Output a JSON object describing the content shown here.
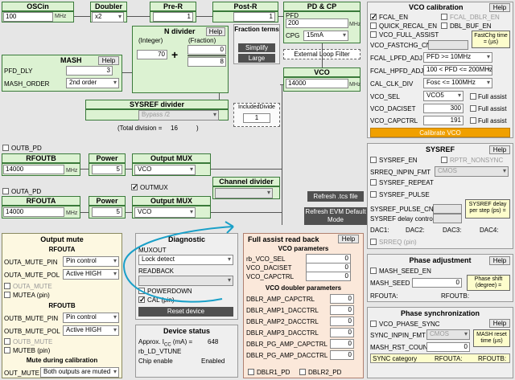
{
  "oscin": {
    "title": "OSCin",
    "value": "100",
    "unit": "MHz"
  },
  "doubler": {
    "title": "Doubler",
    "value": "x2"
  },
  "prer": {
    "title": "Pre-R",
    "value": "1"
  },
  "postr": {
    "title": "Post-R",
    "value": "1"
  },
  "pdcp": {
    "title": "PD & CP",
    "pfd_label": "PFD",
    "pfd_value": "200",
    "unit": "MHz",
    "cpg_label": "CPG",
    "cpg_value": "15mA"
  },
  "elf": {
    "label": "External Loop Filter"
  },
  "vco": {
    "title": "VCO",
    "value": "14000",
    "unit": "MHz"
  },
  "mash": {
    "title": "MASH",
    "help": "Help",
    "pfd_dly_label": "PFD_DLY",
    "pfd_dly": "3",
    "order_label": "MASH_ORDER",
    "order": "2nd order"
  },
  "ndiv": {
    "title": "N divider",
    "help": "Help",
    "int_label": "(Integer)",
    "frac_label": "(Fraction)",
    "int_value": "70",
    "num": "0",
    "den": "8",
    "plus": "+"
  },
  "frac": {
    "title": "Fraction terms",
    "simplify": "Simplify",
    "large": "Large"
  },
  "sysref_div": {
    "title": "SYSREF divider",
    "value": "Bypass /2",
    "total_label": "(Total division =",
    "total": "16",
    "close": ")"
  },
  "incdiv": {
    "title": "IncludedDivide",
    "value": "1"
  },
  "outb_pd": "OUTB_PD",
  "rfoutb": {
    "title": "RFOUTB",
    "value": "14000",
    "unit": "MHz"
  },
  "power1": {
    "title": "Power",
    "value": "5"
  },
  "outmux1": {
    "title": "Output MUX",
    "value": "VCO"
  },
  "outmux_cb": "OUTMUX",
  "chdiv": {
    "title": "Channel divider",
    "value": ""
  },
  "outa_pd": "OUTA_PD",
  "rfouta": {
    "title": "RFOUTA",
    "value": "14000",
    "unit": "MHz"
  },
  "power2": {
    "title": "Power",
    "value": "5"
  },
  "outmux2": {
    "title": "Output MUX",
    "value": "VCO"
  },
  "refresh_tcs": "Refresh .tcs file",
  "refresh_evm": "Refresh EVM Default Mode",
  "outmute": {
    "title": "Output mute",
    "rfouta": "RFOUTA",
    "a_pin_label": "OUTA_MUTE_PIN",
    "a_pin": "Pin control",
    "a_pol_label": "OUTA_MUTE_POL",
    "a_pol": "Active HIGH",
    "outa_mute": "OUTA_MUTE",
    "mutea": "MUTEA (pin)",
    "rfoutb": "RFOUTB",
    "b_pin_label": "OUTB_MUTE_PIN",
    "b_pin": "Pin control",
    "b_pol_label": "OUTB_MUTE_POL",
    "b_pol": "Active HIGH",
    "outb_mute": "OUTB_MUTE",
    "muteb": "MUTEB (pin)",
    "cal_title": "Mute during calibration",
    "out_mute_label": "OUT_MUTE",
    "out_mute": "Both outputs are muted"
  },
  "diag": {
    "title": "Diagnostic",
    "muxout": "MUXOUT",
    "muxout_val": "Lock detect",
    "readback": "READBACK",
    "readback_val": "",
    "powerdown": "POWERDOWN",
    "cal": "CAL (pin)",
    "reset": "Reset device"
  },
  "devstat": {
    "title": "Device status",
    "icc_label": "Approx. I",
    "icc_sub": "CC",
    "icc_unit": " (mA) =",
    "icc": "648",
    "vtune_label": "rb_LD_VTUNE",
    "vtune": "",
    "chip_label": "Chip enable",
    "chip": "Enabled"
  },
  "fa": {
    "title": "Full assist read back",
    "help": "Help",
    "vco_params": "VCO parameters",
    "rows": [
      {
        "label": "rb_VCO_SEL",
        "value": "0"
      },
      {
        "label": "VCO_DACISET",
        "value": "0"
      },
      {
        "label": "VCO_CAPCTRL",
        "value": "0"
      }
    ],
    "dbl_params": "VCO doubler parameters",
    "drows": [
      {
        "label": "DBLR_AMP_CAPCTRL",
        "value": "0"
      },
      {
        "label": "DBLR_AMP1_DACCTRL",
        "value": "0"
      },
      {
        "label": "DBLR_AMP2_DACCTRL",
        "value": "0"
      },
      {
        "label": "DBLR_AMP3_DACCTRL",
        "value": "0"
      },
      {
        "label": "DBLR_PG_AMP_CAPCTRL",
        "value": "0"
      },
      {
        "label": "DBLR_PG_AMP_DACCTRL",
        "value": "0"
      }
    ],
    "dblr1": "DBLR1_PD",
    "dblr2": "DBLR2_PD"
  },
  "vcocal": {
    "title": "VCO calibration",
    "help": "Help",
    "fcal_en": "FCAL_EN",
    "fcal_dblr_en": "FCAL_DBLR_EN",
    "quick_recal": "QUICK_RECAL_EN",
    "dbl_buf": "DBL_BUF_EN",
    "full_assist": "VCO_FULL_ASSIST",
    "fastchg_label": "VCO_FASTCHG_CNT",
    "fastchg_val": "",
    "fastchg_note": "FastChg time = (µs)",
    "lpfd_label": "FCAL_LPFD_ADJ",
    "lpfd": "PFD >= 10MHz",
    "hpfd_label": "FCAL_HPFD_ADJ",
    "hpfd": "100 < PFD <= 200MHz",
    "clk_label": "CAL_CLK_DIV",
    "clk": "Fosc <= 100MHz",
    "sel_label": "VCO_SEL",
    "sel": "VCO5",
    "dac_label": "VCO_DACISET",
    "dac": "300",
    "cap_label": "VCO_CAPCTRL",
    "cap": "191",
    "fa": "Full assist",
    "calibrate": "Calibrate VCO"
  },
  "sysref": {
    "title": "SYSREF",
    "help": "Help",
    "en": "SYSREF_EN",
    "rptr": "RPTR_NONSYNC",
    "srreq_label": "SRREQ_INPIN_FMT",
    "srreq": "CMOS",
    "repeat": "SYSREF_REPEAT",
    "pulse": "SYSREF_PULSE",
    "pulse_cnt": "SYSREF_PULSE_CNT",
    "delay_ctrl": "SYSREF delay control",
    "delay_note": "SYSREF delay per step (ps) =",
    "dac1": "DAC1:",
    "dac2": "DAC2:",
    "dac3": "DAC3:",
    "dac4": "DAC4:",
    "srreq_pin": "SRREQ (pin)"
  },
  "phadj": {
    "title": "Phase adjustment",
    "help": "Help",
    "seed_en": "MASH_SEED_EN",
    "seed_label": "MASH_SEED",
    "seed": "0",
    "shift_note": "Phase shift (degree) =",
    "rfouta": "RFOUTA:",
    "rfoutb": "RFOUTB:"
  },
  "phsync": {
    "title": "Phase synchronization",
    "help": "Help",
    "vco_phase_sync": "VCO_PHASE_SYNC",
    "inpin_label": "SYNC_INPIN_FMT",
    "inpin": "CMOS",
    "rst_label": "MASH_RST_COUNT",
    "rst": "0",
    "reset_note": "MASH reset time (µs)",
    "sync_cat": "SYNC category",
    "rfouta": "RFOUTA:",
    "rfoutb": "RFOUTB:"
  }
}
